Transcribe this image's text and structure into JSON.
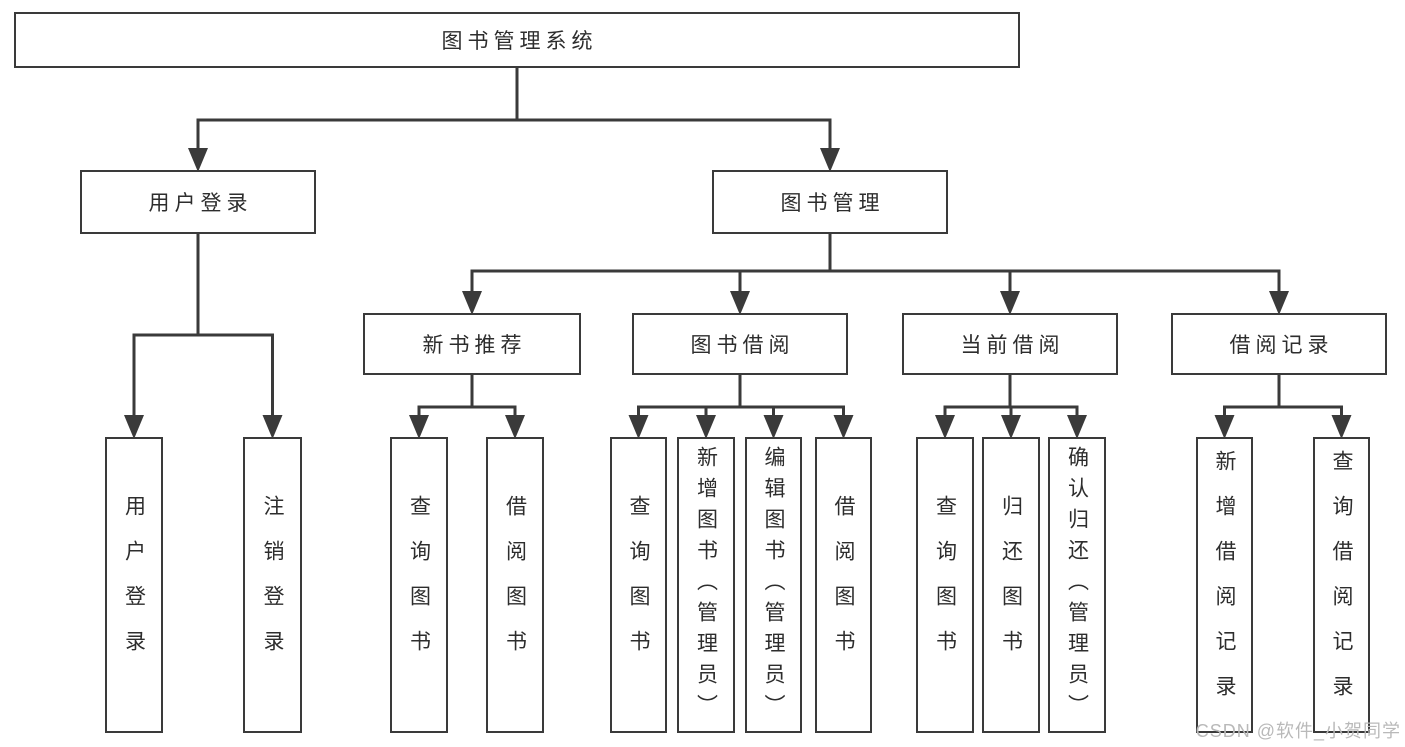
{
  "diagram_title": "图书管理系统",
  "watermark": "CSDN @软件_小贺同学",
  "colors": {
    "line": "#3a3a3a",
    "box_border": "#3a3a3a",
    "text": "#2d2d2d",
    "watermark": "#b9b9b9",
    "background": "#ffffff"
  },
  "tree": {
    "nodes": [
      {
        "id": "root",
        "parent": null,
        "label": "图书管理系统"
      },
      {
        "id": "user-login",
        "parent": "root",
        "label": "用户登录"
      },
      {
        "id": "book-mgmt",
        "parent": "root",
        "label": "图书管理"
      },
      {
        "id": "new-book-rec",
        "parent": "book-mgmt",
        "label": "新书推荐"
      },
      {
        "id": "book-borrow",
        "parent": "book-mgmt",
        "label": "图书借阅"
      },
      {
        "id": "current-borrow",
        "parent": "book-mgmt",
        "label": "当前借阅"
      },
      {
        "id": "borrow-records",
        "parent": "book-mgmt",
        "label": "借阅记录"
      },
      {
        "id": "login",
        "parent": "user-login",
        "label": "用户登录"
      },
      {
        "id": "logout",
        "parent": "user-login",
        "label": "注销登录"
      },
      {
        "id": "rec-query",
        "parent": "new-book-rec",
        "label": "查询图书"
      },
      {
        "id": "rec-borrow",
        "parent": "new-book-rec",
        "label": "借阅图书"
      },
      {
        "id": "bb-query",
        "parent": "book-borrow",
        "label": "查询图书"
      },
      {
        "id": "bb-add",
        "parent": "book-borrow",
        "label": "新增图书（管理员）"
      },
      {
        "id": "bb-edit",
        "parent": "book-borrow",
        "label": "编辑图书（管理员）"
      },
      {
        "id": "bb-borrow",
        "parent": "book-borrow",
        "label": "借阅图书"
      },
      {
        "id": "cb-query",
        "parent": "current-borrow",
        "label": "查询图书"
      },
      {
        "id": "cb-return",
        "parent": "current-borrow",
        "label": "归还图书"
      },
      {
        "id": "cb-confirm",
        "parent": "current-borrow",
        "label": "确认归还（管理员）"
      },
      {
        "id": "br-add",
        "parent": "borrow-records",
        "label": "新增借阅记录"
      },
      {
        "id": "br-query",
        "parent": "borrow-records",
        "label": "查询借阅记录"
      }
    ]
  }
}
